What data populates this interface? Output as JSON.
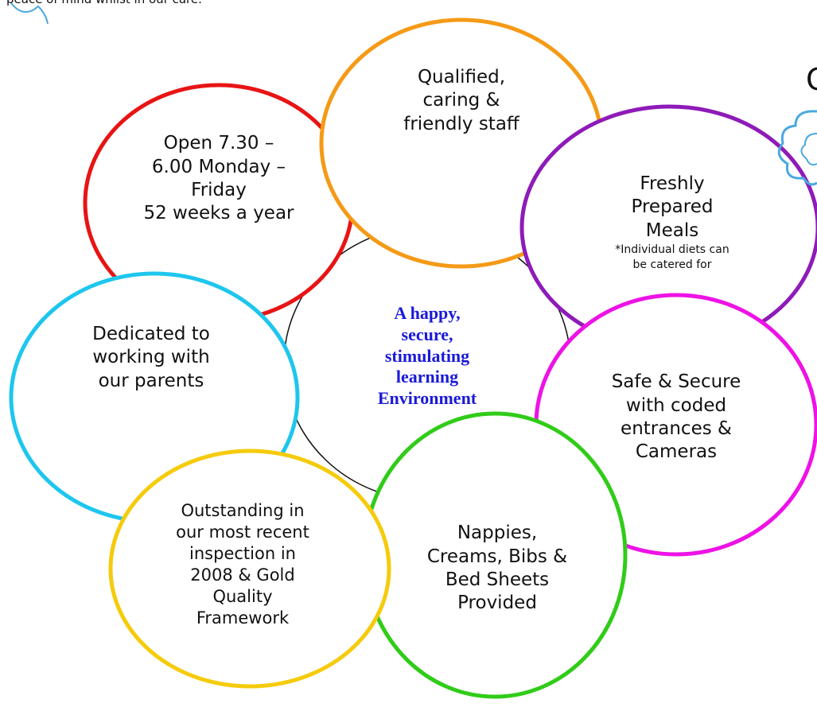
{
  "intro_fragment": "peace of mind whilst in our care.",
  "right_edge_letter": "C",
  "center": {
    "lines": [
      "A happy,",
      "secure,",
      "stimulating",
      "learning",
      "Environment"
    ]
  },
  "bubbles": {
    "opening_hours": {
      "color": "#e81414",
      "lines": [
        "Open 7.30 –",
        "6.00 Monday –",
        "Friday",
        "52 weeks a year"
      ]
    },
    "staff": {
      "color": "#f59a16",
      "lines": [
        "Qualified,",
        "caring &",
        "friendly staff"
      ]
    },
    "meals": {
      "color": "#8e1bb8",
      "lines": [
        "Freshly",
        "Prepared",
        "Meals"
      ],
      "note": [
        "*Individual diets can",
        "be catered for"
      ]
    },
    "parents": {
      "color": "#1ec6ee",
      "lines": [
        "Dedicated to",
        "working with",
        "our parents"
      ]
    },
    "security": {
      "color": "#ee12e6",
      "lines": [
        "Safe & Secure",
        "with coded",
        "entrances &",
        "Cameras"
      ]
    },
    "provisions": {
      "color": "#30cc18",
      "lines": [
        "Nappies,",
        "Creams, Bibs &",
        "Bed Sheets",
        "Provided"
      ]
    },
    "inspection": {
      "color": "#f5cb0c",
      "lines": [
        "Outstanding in",
        "our most recent",
        "inspection in",
        "2008 & Gold",
        "Quality",
        "Framework"
      ]
    }
  },
  "decor": {
    "cloud_color": "#4aa8e0"
  }
}
